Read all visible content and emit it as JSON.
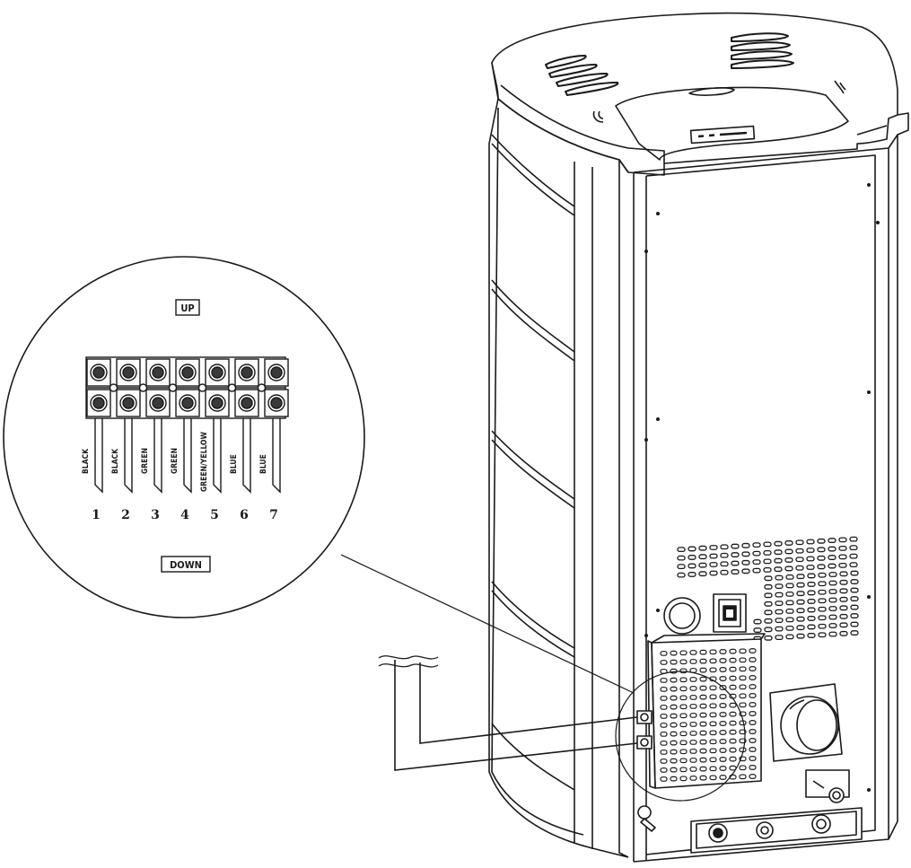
{
  "detail": {
    "up_label": "UP",
    "down_label": "DOWN",
    "terminals": [
      {
        "number": "1",
        "wire": "BLACK"
      },
      {
        "number": "2",
        "wire": "BLACK"
      },
      {
        "number": "3",
        "wire": "GREEN"
      },
      {
        "number": "4",
        "wire": "GREEN"
      },
      {
        "number": "5",
        "wire": "GREEN/YELLOW"
      },
      {
        "number": "6",
        "wire": "BLUE"
      },
      {
        "number": "7",
        "wire": "BLUE"
      }
    ]
  }
}
